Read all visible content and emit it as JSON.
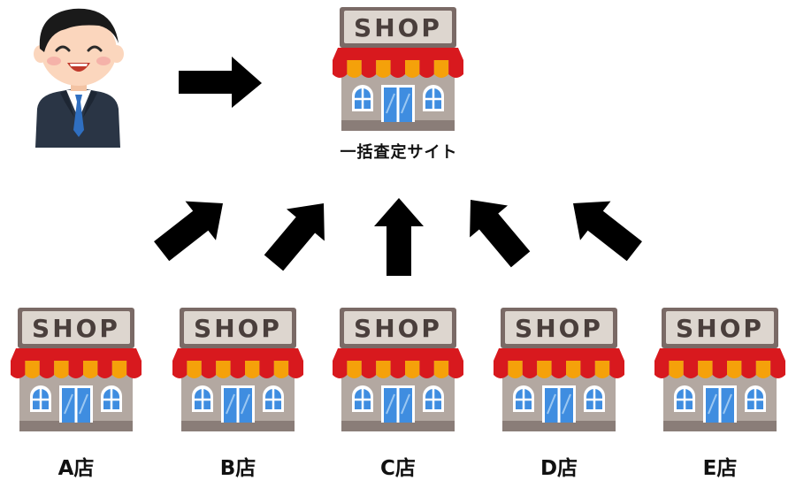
{
  "site": {
    "sign_text": "SHOP",
    "label": "一括査定サイト"
  },
  "stores": [
    {
      "sign_text": "SHOP",
      "label": "A店"
    },
    {
      "sign_text": "SHOP",
      "label": "B店"
    },
    {
      "sign_text": "SHOP",
      "label": "C店"
    },
    {
      "sign_text": "SHOP",
      "label": "D店"
    },
    {
      "sign_text": "SHOP",
      "label": "E店"
    }
  ],
  "colors": {
    "arrow": "#000000",
    "shop_wall": "#b3a8a1",
    "shop_roof": "#7a6a66",
    "shop_sign": "#ddd6cf",
    "shop_sign_text": "#4a3f3c",
    "awning_red": "#d8191e",
    "awning_orange": "#f5a10a",
    "window_blue": "#3f8de0",
    "suit": "#2a3545",
    "tie": "#2f6fc1",
    "skin": "#fbd6bd",
    "hair": "#1a1a1a"
  },
  "icons": {
    "person": "businessman-icon",
    "shop": "shop-icon",
    "arrow": "arrow-icon"
  }
}
